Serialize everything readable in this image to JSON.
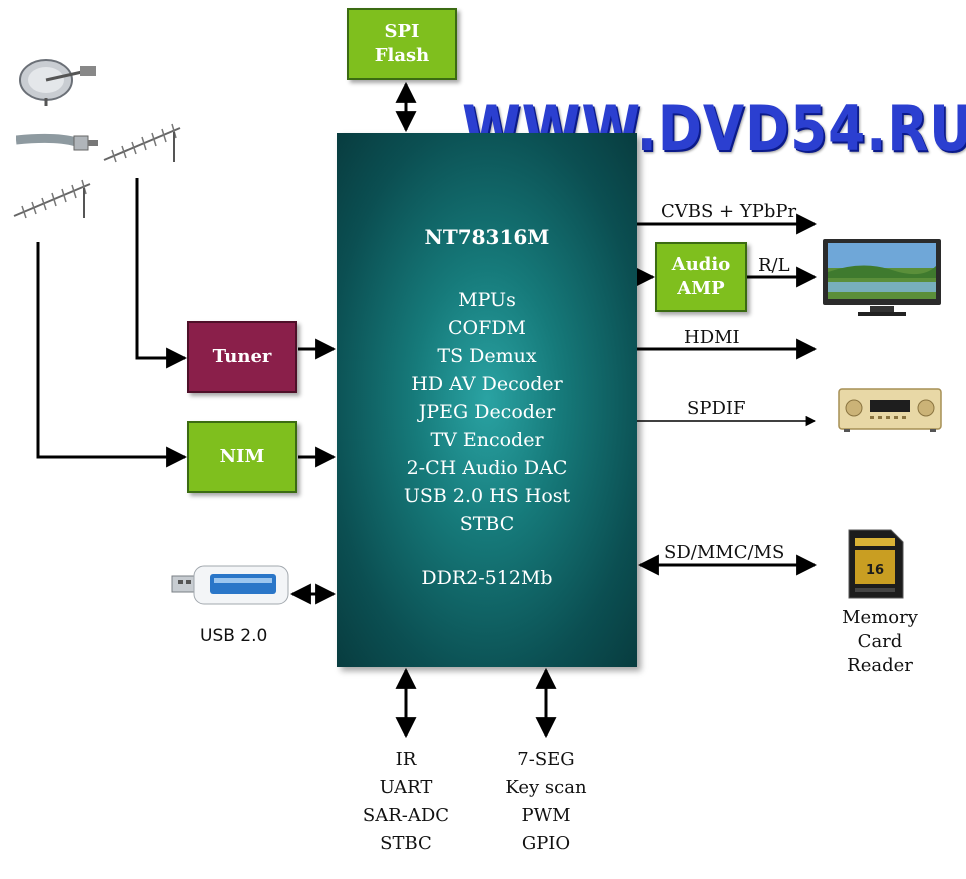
{
  "chip": {
    "name": "NT78316M",
    "features": [
      "MPUs",
      "COFDM",
      "TS Demux",
      "HD AV Decoder",
      "JPEG Decoder",
      "TV Encoder",
      "2-CH Audio DAC",
      "USB 2.0 HS Host",
      "STBC"
    ],
    "memory": "DDR2-512Mb"
  },
  "blocks": {
    "spi_flash": [
      "SPI",
      "Flash"
    ],
    "tuner": "Tuner",
    "nim": "NIM",
    "audio_amp": [
      "Audio",
      "AMP"
    ]
  },
  "signals": {
    "cvbs": "CVBS + YPbPr",
    "rl": "R/L",
    "hdmi": "HDMI",
    "spdif": "SPDIF",
    "sd": "SD/MMC/MS",
    "usb": "USB 2.0"
  },
  "memory_card_label": [
    "Memory",
    "Card",
    "Reader"
  ],
  "bottom_left": [
    "IR",
    "UART",
    "SAR-ADC",
    "STBC"
  ],
  "bottom_right": [
    "7-SEG",
    "Key scan",
    "PWM",
    "GPIO"
  ],
  "watermark": "WWW.DVD54.RU",
  "colors": {
    "chip": "#0f5f62",
    "block_green": "#7fbf1e",
    "block_maroon": "#8a1f4a",
    "watermark": "#2b3fd0"
  },
  "icons": [
    "satellite-dish-icon",
    "coax-cable-icon",
    "yagi-antenna-icon",
    "tv-monitor-icon",
    "av-receiver-icon",
    "sd-card-icon",
    "usb-stick-icon"
  ]
}
